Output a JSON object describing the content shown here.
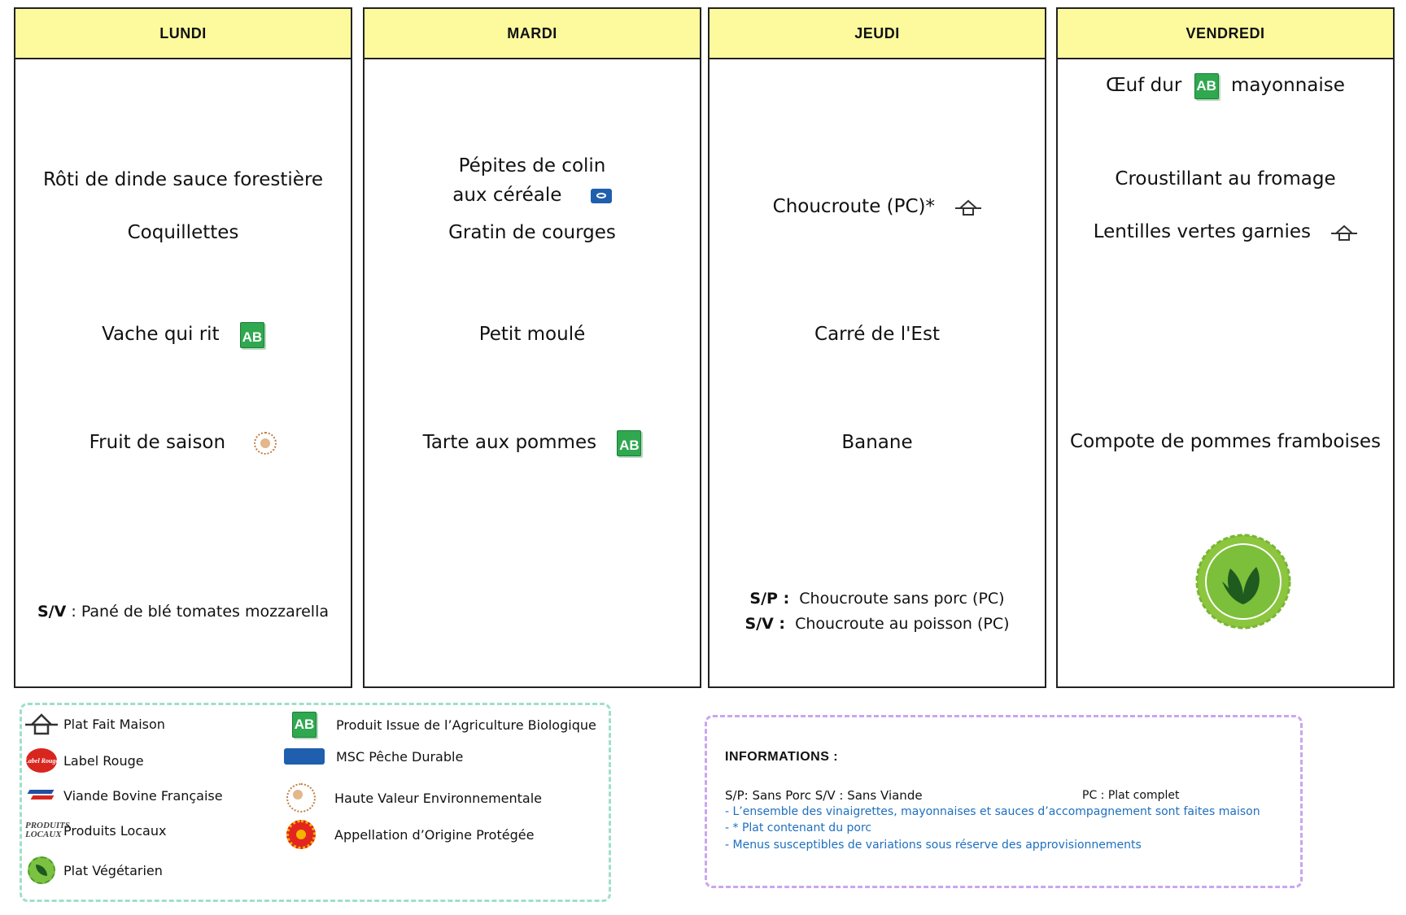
{
  "days": [
    {
      "name": "LUNDI",
      "items": [
        "Rôti de dinde sauce forestière",
        "Coquillettes",
        "Vache qui rit",
        "Fruit de saison"
      ],
      "note_code": "S/V",
      "note_sep": " : ",
      "note_text": "Pané de blé tomates mozzarella"
    },
    {
      "name": "MARDI",
      "items": [
        "Pépites de colin",
        "aux céréale",
        "Gratin de courges",
        "Petit moulé",
        "Tarte aux pommes"
      ]
    },
    {
      "name": "JEUDI",
      "items": [
        "Choucroute (PC)*",
        "Carré de l'Est",
        "Banane"
      ],
      "notes": [
        {
          "code": "S/P",
          "sep": " :",
          "text": "Choucroute sans porc (PC)"
        },
        {
          "code": "S/V",
          "sep": " :",
          "text": "Choucroute au poisson (PC)"
        }
      ]
    },
    {
      "name": "VENDREDI",
      "items": [
        "Œuf dur",
        "mayonnaise",
        "Croustillant au fromage",
        "Lentilles vertes garnies",
        "Compote de pommes framboises"
      ]
    }
  ],
  "icons": {
    "bio": "AB",
    "bio_icon": "ab-bio-icon",
    "home_icon": "plat-fait-maison-icon",
    "msc_icon": "msc-icon",
    "hve_icon": "hve-icon",
    "veg_badge": "vegetarian-badge-icon"
  },
  "legend": {
    "left": [
      {
        "icon": "plat-fait-maison-icon",
        "label": "Plat Fait Maison"
      },
      {
        "icon": "label-rouge-icon",
        "label": "Label Rouge",
        "icon_text": "Label Rouge"
      },
      {
        "icon": "viande-bovine-francaise-icon",
        "label": "Viande Bovine Française"
      },
      {
        "icon": "produits-locaux-icon",
        "label": "Produits Locaux",
        "icon_text": "PRODUITS LOCAUX"
      },
      {
        "icon": "plat-vegetarien-icon",
        "label": "Plat Végétarien"
      }
    ],
    "right": [
      {
        "icon": "ab-bio-icon",
        "label": "Produit Issue de l’Agriculture Biologique",
        "icon_text": "AB"
      },
      {
        "icon": "msc-icon",
        "label": "MSC Pêche Durable"
      },
      {
        "icon": "hve-icon",
        "label": "Haute Valeur Environnementale"
      },
      {
        "icon": "aop-icon",
        "label": "Appellation d’Origine Protégée"
      }
    ]
  },
  "info": {
    "title": "INFORMATIONS  :",
    "line1_a": "S/P: Sans Porc   S/V : Sans Viande",
    "line1_b": "PC : Plat complet",
    "bullets": [
      "- L’ensemble des vinaigrettes, mayonnaises et sauces d’accompagnement sont faites maison",
      "- * Plat contenant du porc",
      "- Menus susceptibles de variations sous réserve des approvisionnements"
    ]
  },
  "colors": {
    "header_bg": "#fdfa9e",
    "bio_green": "#2fa84f",
    "legend_border": "#9ee0c9",
    "info_border": "#c9a6ef",
    "info_text": "#1e6fbf"
  }
}
